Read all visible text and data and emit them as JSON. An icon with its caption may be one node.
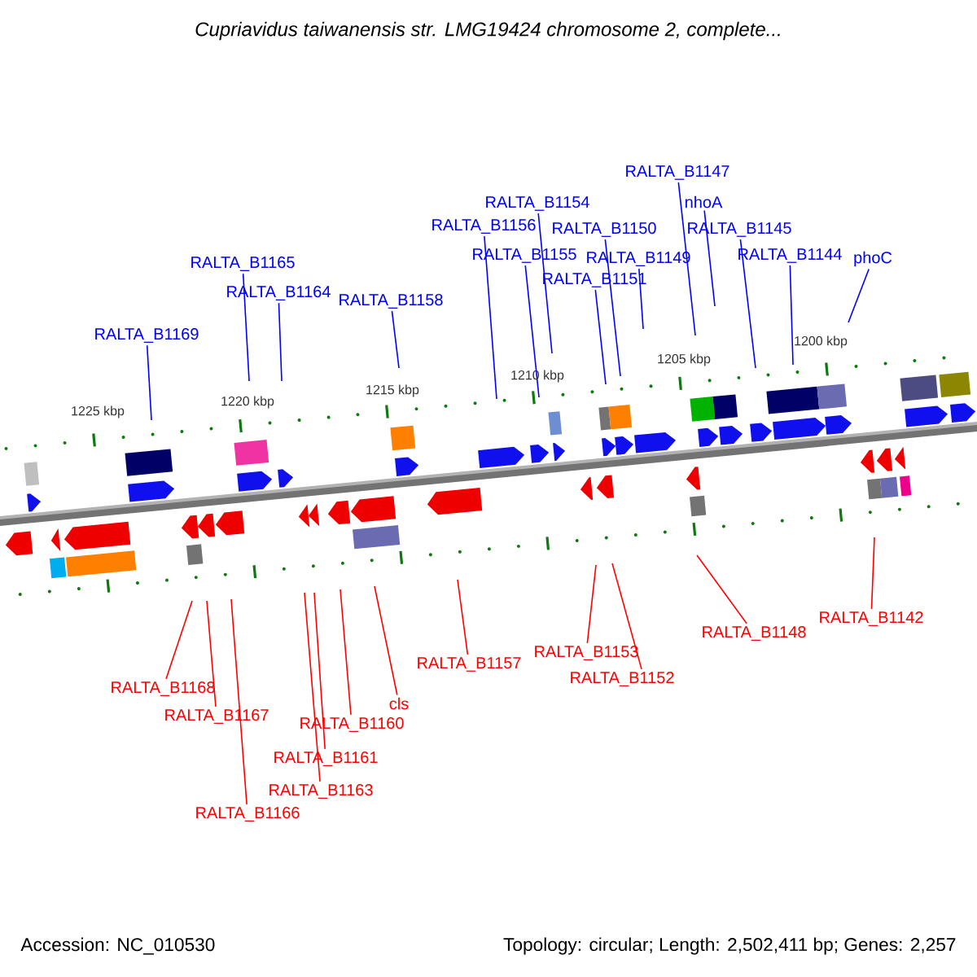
{
  "diagram": {
    "title": "Cupriavidus taiwanensis str. LMG19424 chromosome 2, complete...",
    "nodes": [
      {
        "text": [
          "RALTA_B1169"
        ]
      },
      {
        "text": [
          "RALTA_B1165"
        ]
      },
      {
        "text": [
          "RALTA_B1164"
        ]
      },
      {
        "text": [
          "RALTA_B1158"
        ]
      },
      {
        "text": [
          "RALTA_B1156"
        ]
      },
      {
        "text": [
          "RALTA_B1154"
        ]
      },
      {
        "text": [
          "RALTA_B1155"
        ]
      },
      {
        "text": [
          "RALTA_B1150"
        ]
      },
      {
        "text": [
          "RALTA_B1151"
        ]
      },
      {
        "text": [
          "RALTA_B1149"
        ]
      },
      {
        "text": [
          "RALTA_B1147"
        ]
      },
      {
        "text": [
          "nhoA"
        ]
      },
      {
        "text": [
          "RALTA_B1145"
        ]
      },
      {
        "text": [
          "RALTA_B1144"
        ]
      },
      {
        "text": [
          "phoC"
        ]
      },
      {
        "text": [
          "RALTA_B1168"
        ]
      },
      {
        "text": [
          "RALTA_B1167"
        ]
      },
      {
        "text": [
          "RALTA_B1166"
        ]
      },
      {
        "text": [
          "RALTA_B1160"
        ]
      },
      {
        "text": [
          "RALTA_B1161"
        ]
      },
      {
        "text": [
          "RALTA_B1163"
        ]
      },
      {
        "text": [
          "cls"
        ]
      },
      {
        "text": [
          "RALTA_B1157"
        ]
      },
      {
        "text": [
          "RALTA_B1153"
        ]
      },
      {
        "text": [
          "RALTA_B1152"
        ]
      },
      {
        "text": [
          "RALTA_B1148"
        ]
      },
      {
        "text": [
          "RALTA_B1142"
        ]
      }
    ],
    "edges": [
      {
        "from": 0,
        "to": null,
        "arrow": "none"
      },
      {
        "from": 1,
        "to": null,
        "arrow": "none"
      },
      {
        "from": 2,
        "to": null,
        "arrow": "none"
      },
      {
        "from": 3,
        "to": null,
        "arrow": "none"
      },
      {
        "from": 4,
        "to": null,
        "arrow": "none"
      },
      {
        "from": 5,
        "to": null,
        "arrow": "none"
      },
      {
        "from": 6,
        "to": null,
        "arrow": "none"
      },
      {
        "from": 7,
        "to": null,
        "arrow": "none"
      },
      {
        "from": 8,
        "to": null,
        "arrow": "none"
      },
      {
        "from": 9,
        "to": null,
        "arrow": "none"
      },
      {
        "from": 10,
        "to": null,
        "arrow": "none"
      },
      {
        "from": 11,
        "to": null,
        "arrow": "none"
      },
      {
        "from": 12,
        "to": null,
        "arrow": "none"
      },
      {
        "from": 13,
        "to": null,
        "arrow": "none"
      },
      {
        "from": 14,
        "to": null,
        "arrow": "none"
      },
      {
        "from": 15,
        "to": null,
        "arrow": "none",
        "color": "#ff0000"
      },
      {
        "from": 16,
        "to": null,
        "arrow": "none",
        "color": "#ff0000"
      },
      {
        "from": 17,
        "to": null,
        "arrow": "none",
        "color": "#ff0000"
      },
      {
        "from": 18,
        "to": null,
        "arrow": "none",
        "color": "#ff0000"
      },
      {
        "from": 19,
        "to": null,
        "arrow": "none",
        "color": "#ff0000"
      },
      {
        "from": 20,
        "to": null,
        "arrow": "none",
        "color": "#ff0000"
      },
      {
        "from": 21,
        "to": null,
        "arrow": "none",
        "color": "#ff0000"
      },
      {
        "from": 22,
        "to": null,
        "arrow": "none",
        "color": "#ff0000"
      },
      {
        "from": 23,
        "to": null,
        "arrow": "none",
        "color": "#ff0000"
      },
      {
        "from": 24,
        "to": null,
        "arrow": "none",
        "color": "#ff0000"
      },
      {
        "from": 25,
        "to": null,
        "arrow": "none",
        "color": "#ff0000"
      },
      {
        "from": 26,
        "to": null,
        "arrow": "none",
        "color": "#ff0000"
      }
    ],
    "labels": [
      "1225 kbp",
      "1220 kbp",
      "1215 kbp",
      "1210 kbp",
      "1205 kbp",
      "1200 kbp",
      "Accession: NC_010530",
      "Topology: circular; Length: 2,502,411 bp; Genes: 2,257"
    ]
  }
}
